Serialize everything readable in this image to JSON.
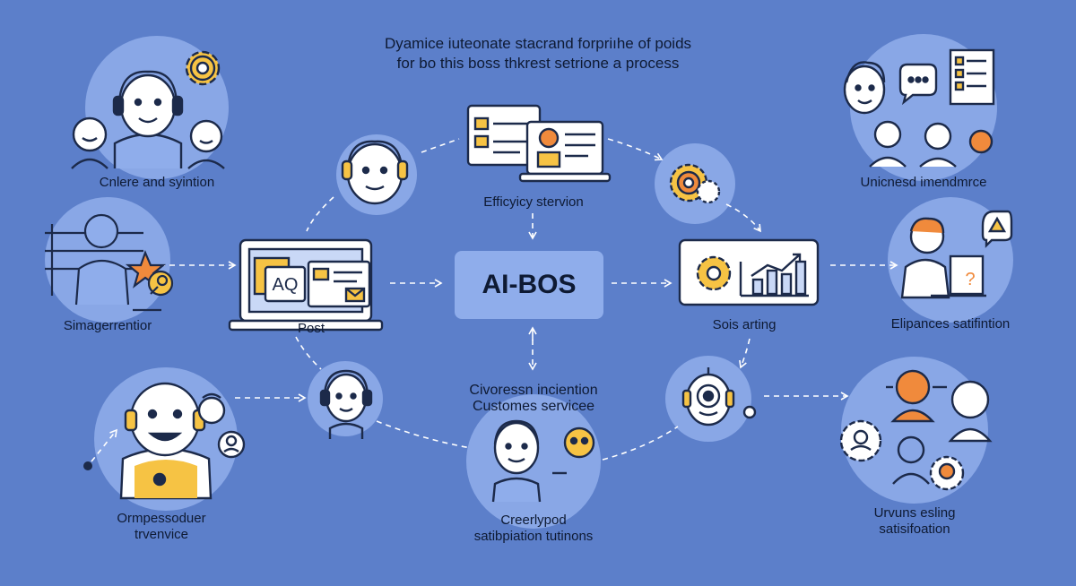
{
  "title": {
    "line1": "Dyamice iuteonate stacrand forpriıhe of poids",
    "line2": "for bo this boss thkrest setrione a process"
  },
  "center": {
    "label": "AI-BOS"
  },
  "nodes": {
    "top_left": {
      "label": "Cnlere and syintion"
    },
    "mid_left": {
      "label": "Simagerrentior"
    },
    "bottom_left": {
      "line1": "Ormpessoduer",
      "line2": "trvenvice"
    },
    "post": {
      "label": "Post"
    },
    "efficiency": {
      "label": "Efficyicy stervion"
    },
    "customer": {
      "line1": "Civoressn inciention",
      "line2": "Customes servicee"
    },
    "bottom_center": {
      "line1": "Creerlypod",
      "line2": "satibpiation tutinons"
    },
    "sois": {
      "label": "Sois arting"
    },
    "top_right": {
      "label": "Unicnesd imendmrce"
    },
    "mid_right": {
      "label": "Elipances satifintion"
    },
    "bottom_right": {
      "line1": "Urvuns esling",
      "line2": "satisifoation"
    }
  },
  "icon_text": {
    "ai_badge": "AQ",
    "question_mark": "?"
  },
  "colors": {
    "background": "#5c7fca",
    "circle": "#89a7e6",
    "center_box": "#8fadeb",
    "accent_orange": "#f08a3c",
    "accent_yellow": "#f6c344",
    "outline": "#1c2a4a"
  }
}
